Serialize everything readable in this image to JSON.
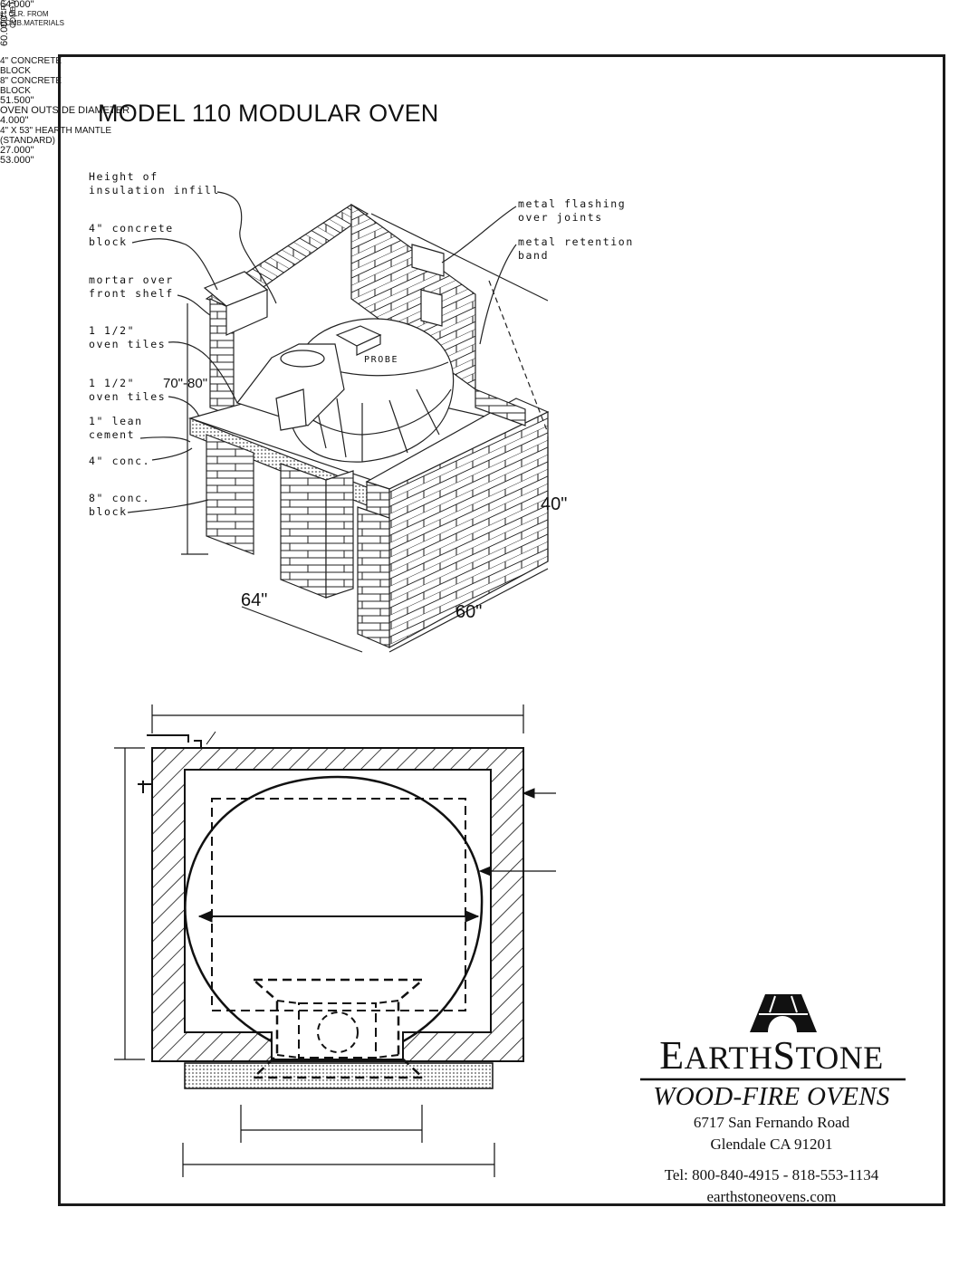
{
  "title": "MODEL 110 MODULAR OVEN",
  "iso": {
    "labels": {
      "insulation": "Height of\ninsulation infill",
      "concrete_block_4": "4\" concrete\nblock",
      "mortar": "mortar over\nfront shelf",
      "oven_tiles_1": "1 1/2\"\noven tiles",
      "oven_tiles_2": "1 1/2\"\noven tiles",
      "lean_cement": "1\" lean\ncement",
      "conc_4": "4\" conc.",
      "conc_block_8": "8\" conc.\nblock",
      "flashing": "metal flashing\nover joints",
      "retention": "metal retention\nband",
      "probe": "PROBE"
    },
    "dims": {
      "height_range": "70\"-80\"",
      "height_40": "40\"",
      "width_64": "64\"",
      "depth_60": "60\""
    }
  },
  "plan": {
    "top_width": "64.000\"",
    "clr_top": "1\" CLR. FROM\nCOMB.MATERIALS",
    "clr_left": "1\" CLR. FROM\nCOMB.MATERIALS",
    "height_60": "60.000\"",
    "concrete_4": "4\" CONCRETE\nBLOCK",
    "concrete_8": "8\" CONCRETE\nBLOCK",
    "diameter": "51.500\"",
    "diameter_label": "OVEN OUTSIDE DIAMETER",
    "mantle_depth": "4.000\"",
    "mantle": "4\" X 53\" HEARTH MANTLE\n(STANDARD)",
    "w27": "27.000\"",
    "w53": "53.000\""
  },
  "brand": {
    "name_first": "E",
    "name_rest1": "ARTH",
    "name_s": "S",
    "name_rest2": "TONE",
    "tagline": "WOOD-FIRE OVENS",
    "address1": "6717 San Fernando Road",
    "address2": "Glendale  CA  91201",
    "phone": "Tel:  800-840-4915 - 818-553-1134",
    "website": "earthstoneovens.com"
  }
}
